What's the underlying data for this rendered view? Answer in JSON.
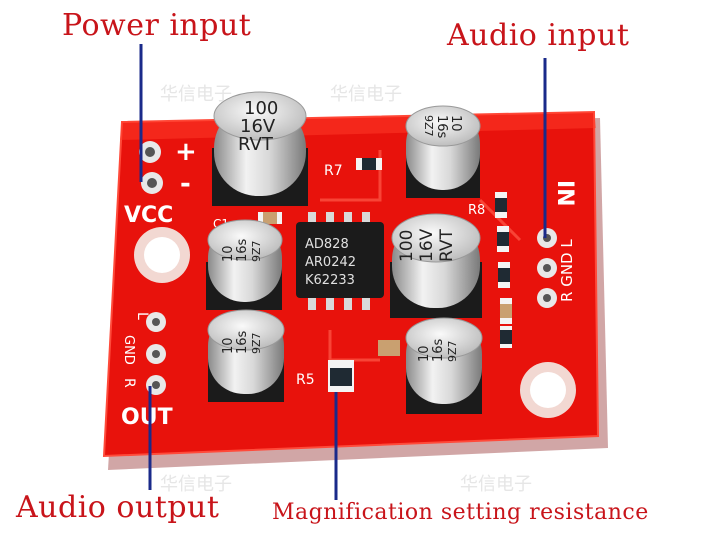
{
  "annotations": {
    "power_input": "Power input",
    "audio_input": "Audio input",
    "audio_output": "Audio output",
    "magnification": "Magnification setting resistance"
  },
  "pcb": {
    "power_plus": "+",
    "power_minus": "-",
    "vcc": "VCC",
    "in": "IN",
    "in_pins": "R GND L",
    "out_pins": [
      "L",
      "GND",
      "R"
    ],
    "out": "OUT",
    "r7": "R7",
    "r8": "R8",
    "r5": "R5",
    "c1": "C1",
    "chip_lines": [
      "AD828",
      "AR0242",
      "K62233"
    ],
    "cap_large": [
      "100",
      "16V",
      "RVT"
    ],
    "cap_small": [
      "10",
      "16s",
      "9Z7"
    ]
  },
  "watermark": "华信电子",
  "colors": {
    "board": "#e8120c",
    "label": "#c8141a",
    "pointer": "#1a2a8a"
  }
}
